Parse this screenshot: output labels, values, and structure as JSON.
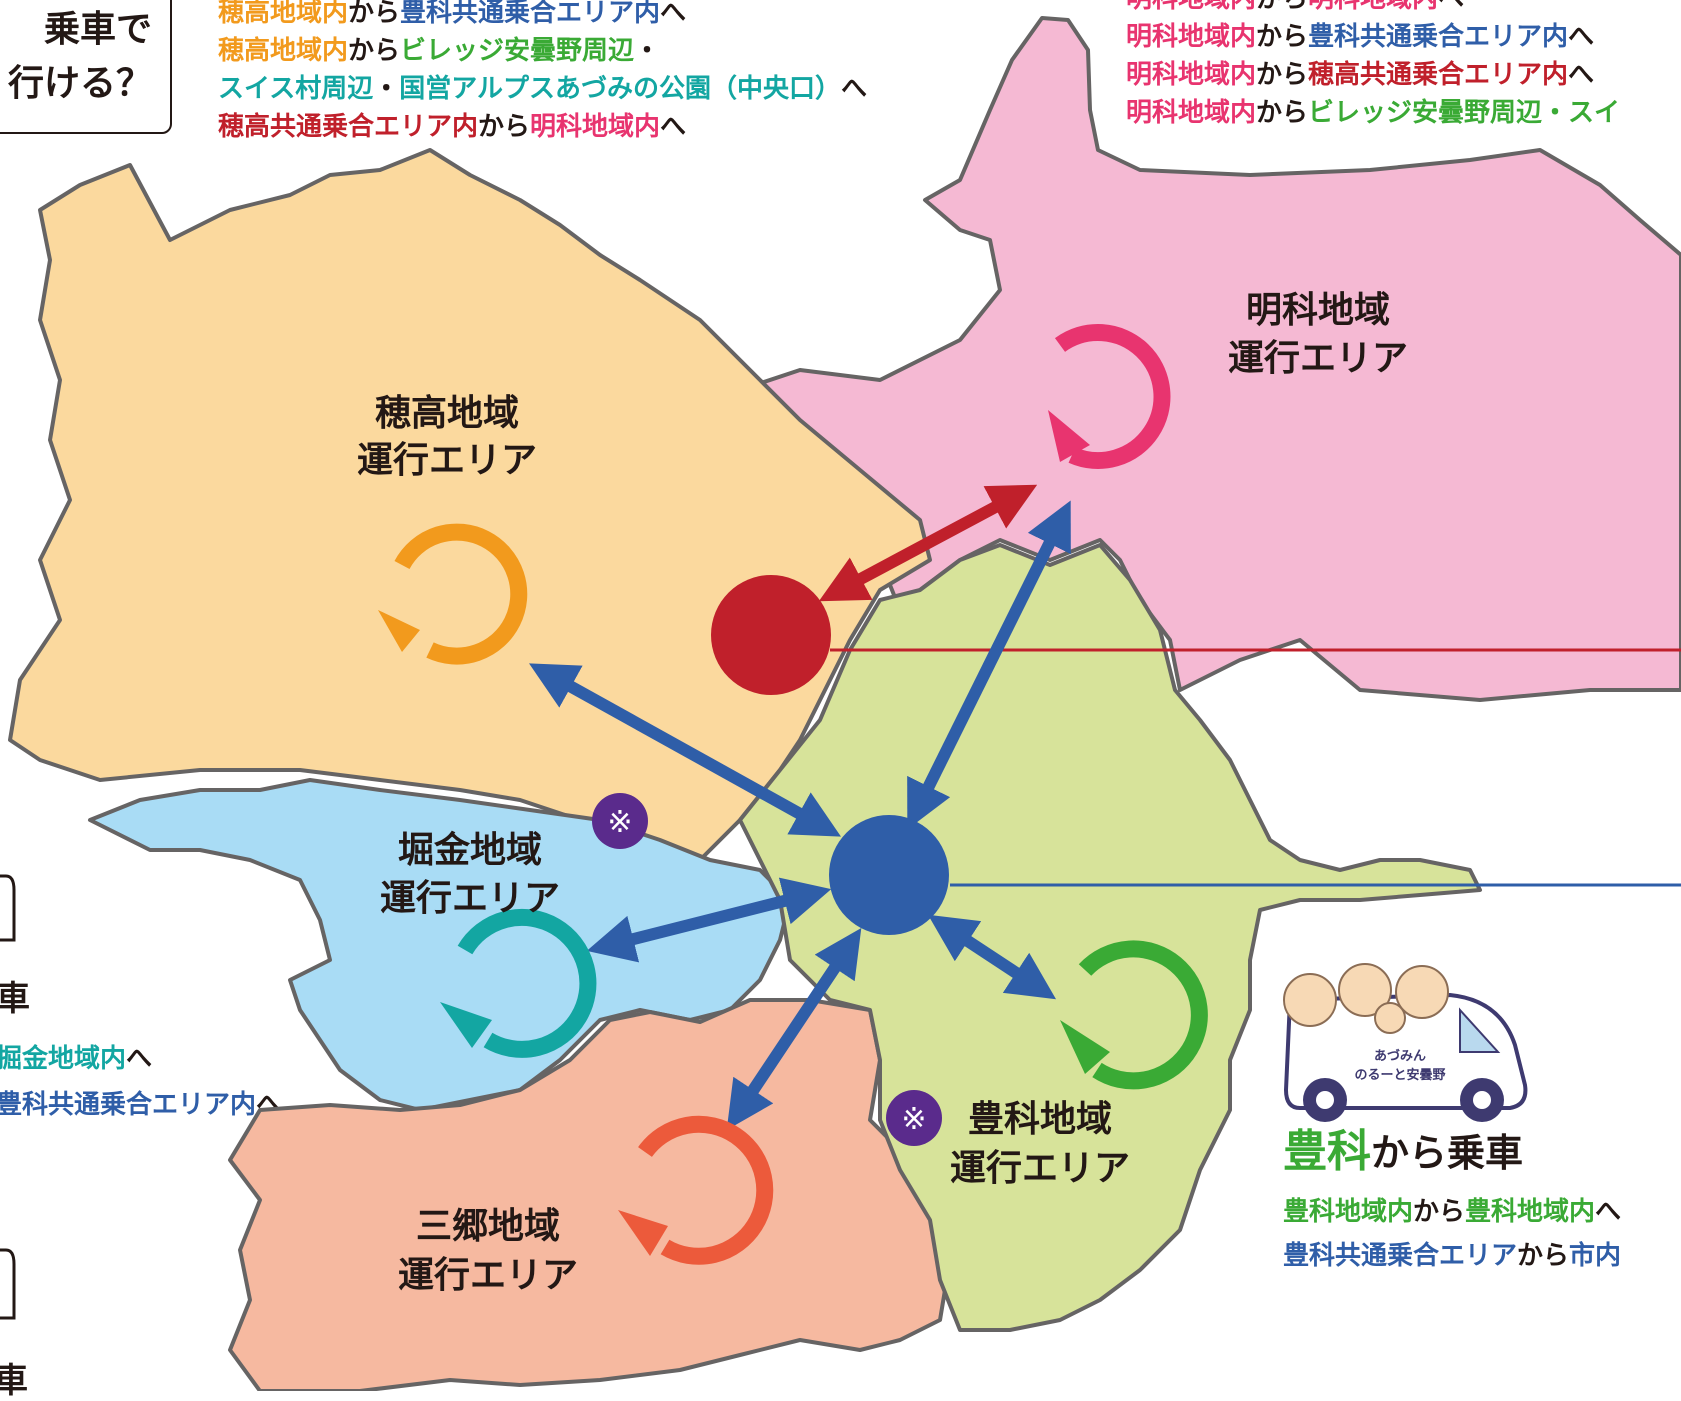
{
  "header_box": {
    "line1": "乗車で",
    "line2": "行ける？"
  },
  "hotaka_routes": [
    [
      {
        "t": "穂高地域内",
        "c": "orange"
      },
      {
        "t": "から",
        "c": "dark"
      },
      {
        "t": "豊科共通乗合エリア内",
        "c": "blue"
      },
      {
        "t": "へ",
        "c": "dark"
      }
    ],
    [
      {
        "t": "穂高地域内",
        "c": "orange"
      },
      {
        "t": "から",
        "c": "dark"
      },
      {
        "t": "ビレッジ安曇野周辺",
        "c": "green"
      },
      {
        "t": "・",
        "c": "dark"
      }
    ],
    [
      {
        "t": "スイス村周辺",
        "c": "teal"
      },
      {
        "t": "・",
        "c": "dark"
      },
      {
        "t": "国営アルプスあづみの公園（中央口）",
        "c": "teal"
      },
      {
        "t": "へ",
        "c": "dark"
      }
    ],
    [
      {
        "t": "穂高共通乗合エリア内",
        "c": "red"
      },
      {
        "t": "から",
        "c": "dark"
      },
      {
        "t": "明科地域内",
        "c": "pink"
      },
      {
        "t": "へ",
        "c": "dark"
      }
    ]
  ],
  "akashina_routes": [
    [
      {
        "t": "明科地域内",
        "c": "pink"
      },
      {
        "t": "から",
        "c": "dark"
      },
      {
        "t": "明科地域内",
        "c": "pink"
      },
      {
        "t": "へ",
        "c": "dark"
      }
    ],
    [
      {
        "t": "明科地域内",
        "c": "pink"
      },
      {
        "t": "から",
        "c": "dark"
      },
      {
        "t": "豊科共通乗合エリア内",
        "c": "blue"
      },
      {
        "t": "へ",
        "c": "dark"
      }
    ],
    [
      {
        "t": "明科地域内",
        "c": "pink"
      },
      {
        "t": "から",
        "c": "dark"
      },
      {
        "t": "穂高共通乗合エリア内",
        "c": "red"
      },
      {
        "t": "へ",
        "c": "dark"
      }
    ],
    [
      {
        "t": "明科地域内",
        "c": "pink"
      },
      {
        "t": "から",
        "c": "dark"
      },
      {
        "t": "ビレッジ安曇野周辺",
        "c": "green"
      },
      {
        "t": "・スイ",
        "c": "green"
      }
    ]
  ],
  "horigane_routes": [
    [
      {
        "t": "掘金地域内",
        "c": "teal"
      },
      {
        "t": "へ",
        "c": "dark"
      }
    ],
    [
      {
        "t": "豊科共通乗合エリア内",
        "c": "blue"
      },
      {
        "t": "へ",
        "c": "dark"
      }
    ]
  ],
  "left_fragments": {
    "upper": "車",
    "lower": "車"
  },
  "regions": {
    "hotaka": {
      "line1": "穂高地域",
      "line2": "運行エリア",
      "color": "#fbd99e"
    },
    "akashina": {
      "line1": "明科地域",
      "line2": "運行エリア",
      "color": "#f5b9d3"
    },
    "horigane": {
      "line1": "堀金地域",
      "line2": "運行エリア",
      "color": "#a9dcf5"
    },
    "misato": {
      "line1": "三郷地域",
      "line2": "運行エリア",
      "color": "#f6b9a0"
    },
    "toyoshina": {
      "line1": "豊科地域",
      "line2": "運行エリア",
      "color": "#d7e39a"
    }
  },
  "note_symbol": "※",
  "toyoshina_section": {
    "heading_place": "豊科",
    "heading_rest": "から乗車",
    "van_line1": "あづみん",
    "van_line2": "のるーと安曇野",
    "routes": [
      [
        {
          "t": "豊科地域内",
          "c": "green"
        },
        {
          "t": "から",
          "c": "dark"
        },
        {
          "t": "豊科地域内",
          "c": "green"
        },
        {
          "t": "へ",
          "c": "dark"
        }
      ],
      [
        {
          "t": "豊科共通乗合エリア",
          "c": "blue"
        },
        {
          "t": "から",
          "c": "dark"
        },
        {
          "t": "市内",
          "c": "blue"
        }
      ]
    ]
  },
  "colors": {
    "orange": "#f29a1d",
    "blue": "#2f5ea8",
    "green": "#3aaa35",
    "teal": "#13a6a2",
    "red": "#c0202b",
    "pink": "#e8346f",
    "dark": "#231815"
  }
}
